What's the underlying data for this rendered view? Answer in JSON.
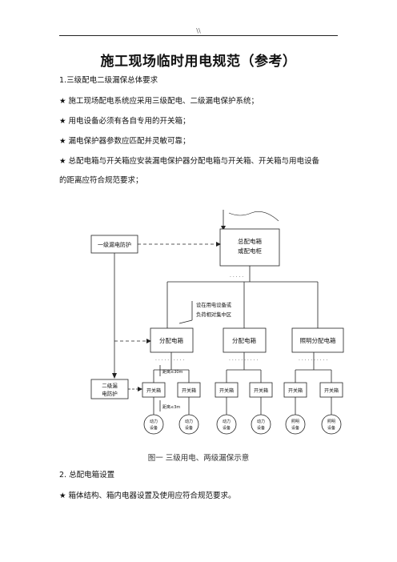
{
  "header": {
    "mark": "\\\\"
  },
  "title": "施工现场临时用电规范（参考）",
  "sections": {
    "s1_heading": "1.三级配电二级漏保总体要求",
    "s1_items": [
      "★ 施工现场配电系统应采用三级配电、二级漏电保护系统；",
      "★ 用电设备必须有各自专用的开关箱；",
      "★ 漏电保护器参数应匹配并灵敏可靠；",
      "★ 总配电箱与开关箱应安装漏电保护器分配电箱与开关箱、开关箱与用电设备",
      "的距离应符合规范要求；"
    ],
    "s2_heading": "2.  总配电箱设置",
    "s2_items": [
      "★ 箱体结构、箱内电器设置及使用应符合规范要求。"
    ]
  },
  "diagram": {
    "caption": "图一    三级用电、两级漏保示意",
    "main_box": [
      "总配电箱",
      "或配电柜"
    ],
    "level1_label": "一级漏电防护",
    "level2_label": [
      "二级漏",
      "电防护"
    ],
    "note": [
      "设在用电设备或",
      "负荷相对集中区"
    ],
    "dist_boxes": [
      "分配电箱",
      "分配电箱",
      "照明分配电箱"
    ],
    "distance1": "距离≤30m",
    "distance2": "距离≤3m",
    "switch_box": "开关箱",
    "devices": [
      [
        "动力",
        "设备"
      ],
      [
        "动力",
        "设备"
      ],
      [
        "动力",
        "设备"
      ],
      [
        "动力",
        "设备"
      ],
      [
        "照明",
        "设备"
      ],
      [
        "照明",
        "设备"
      ]
    ]
  }
}
